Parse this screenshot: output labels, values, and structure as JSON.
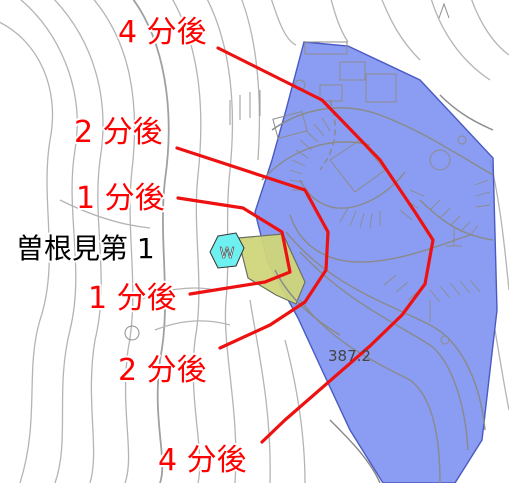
{
  "map": {
    "place_name": "曽根見第 1",
    "hydrant_marker": "W",
    "elevation_point": "387.2",
    "isochrones": {
      "minute_1": "1 分後",
      "minute_1_lower": "1 分後",
      "minute_2": "2 分後",
      "minute_2_lower": "2 分後",
      "minute_4": "4 分後",
      "minute_4_lower": "4 分後"
    },
    "colors": {
      "reach_area": "#7b8ff0",
      "inner_area": "#cfd67a",
      "marker": "#6ef0f0",
      "arc": "#ee1111"
    }
  }
}
